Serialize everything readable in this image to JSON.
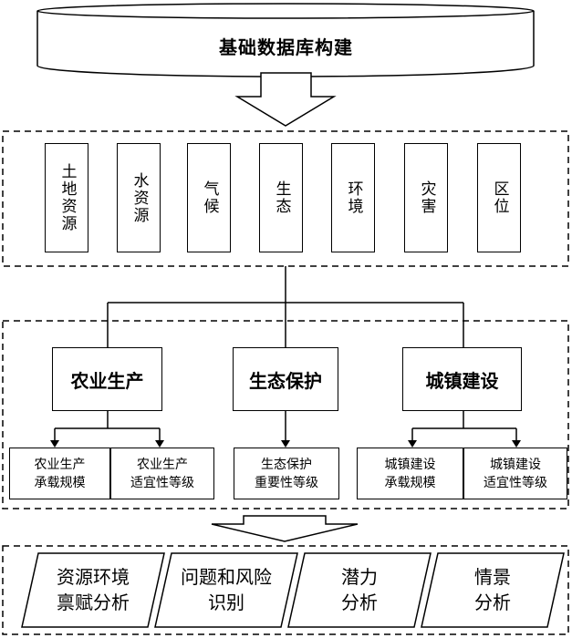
{
  "database": {
    "title": "基础数据库构建"
  },
  "resources": [
    {
      "label": "土地资源"
    },
    {
      "label": "水资源"
    },
    {
      "label": "气候"
    },
    {
      "label": "生态"
    },
    {
      "label": "环境"
    },
    {
      "label": "灾害"
    },
    {
      "label": "区位"
    }
  ],
  "categories": [
    {
      "label": "农业生产"
    },
    {
      "label": "生态保护"
    },
    {
      "label": "城镇建设"
    }
  ],
  "evaluations": [
    {
      "line1": "农业生产",
      "line2": "承载规模"
    },
    {
      "line1": "农业生产",
      "line2": "适宜性等级"
    },
    {
      "line1": "生态保护",
      "line2": "重要性等级"
    },
    {
      "line1": "城镇建设",
      "line2": "承载规模"
    },
    {
      "line1": "城镇建设",
      "line2": "适宜性等级"
    }
  ],
  "analyses": [
    {
      "line1": "资源环境",
      "line2": "禀赋分析"
    },
    {
      "line1": "问题和风险",
      "line2": "识别"
    },
    {
      "line1": "潜力",
      "line2": "分析"
    },
    {
      "line1": "情景",
      "line2": "分析"
    }
  ]
}
